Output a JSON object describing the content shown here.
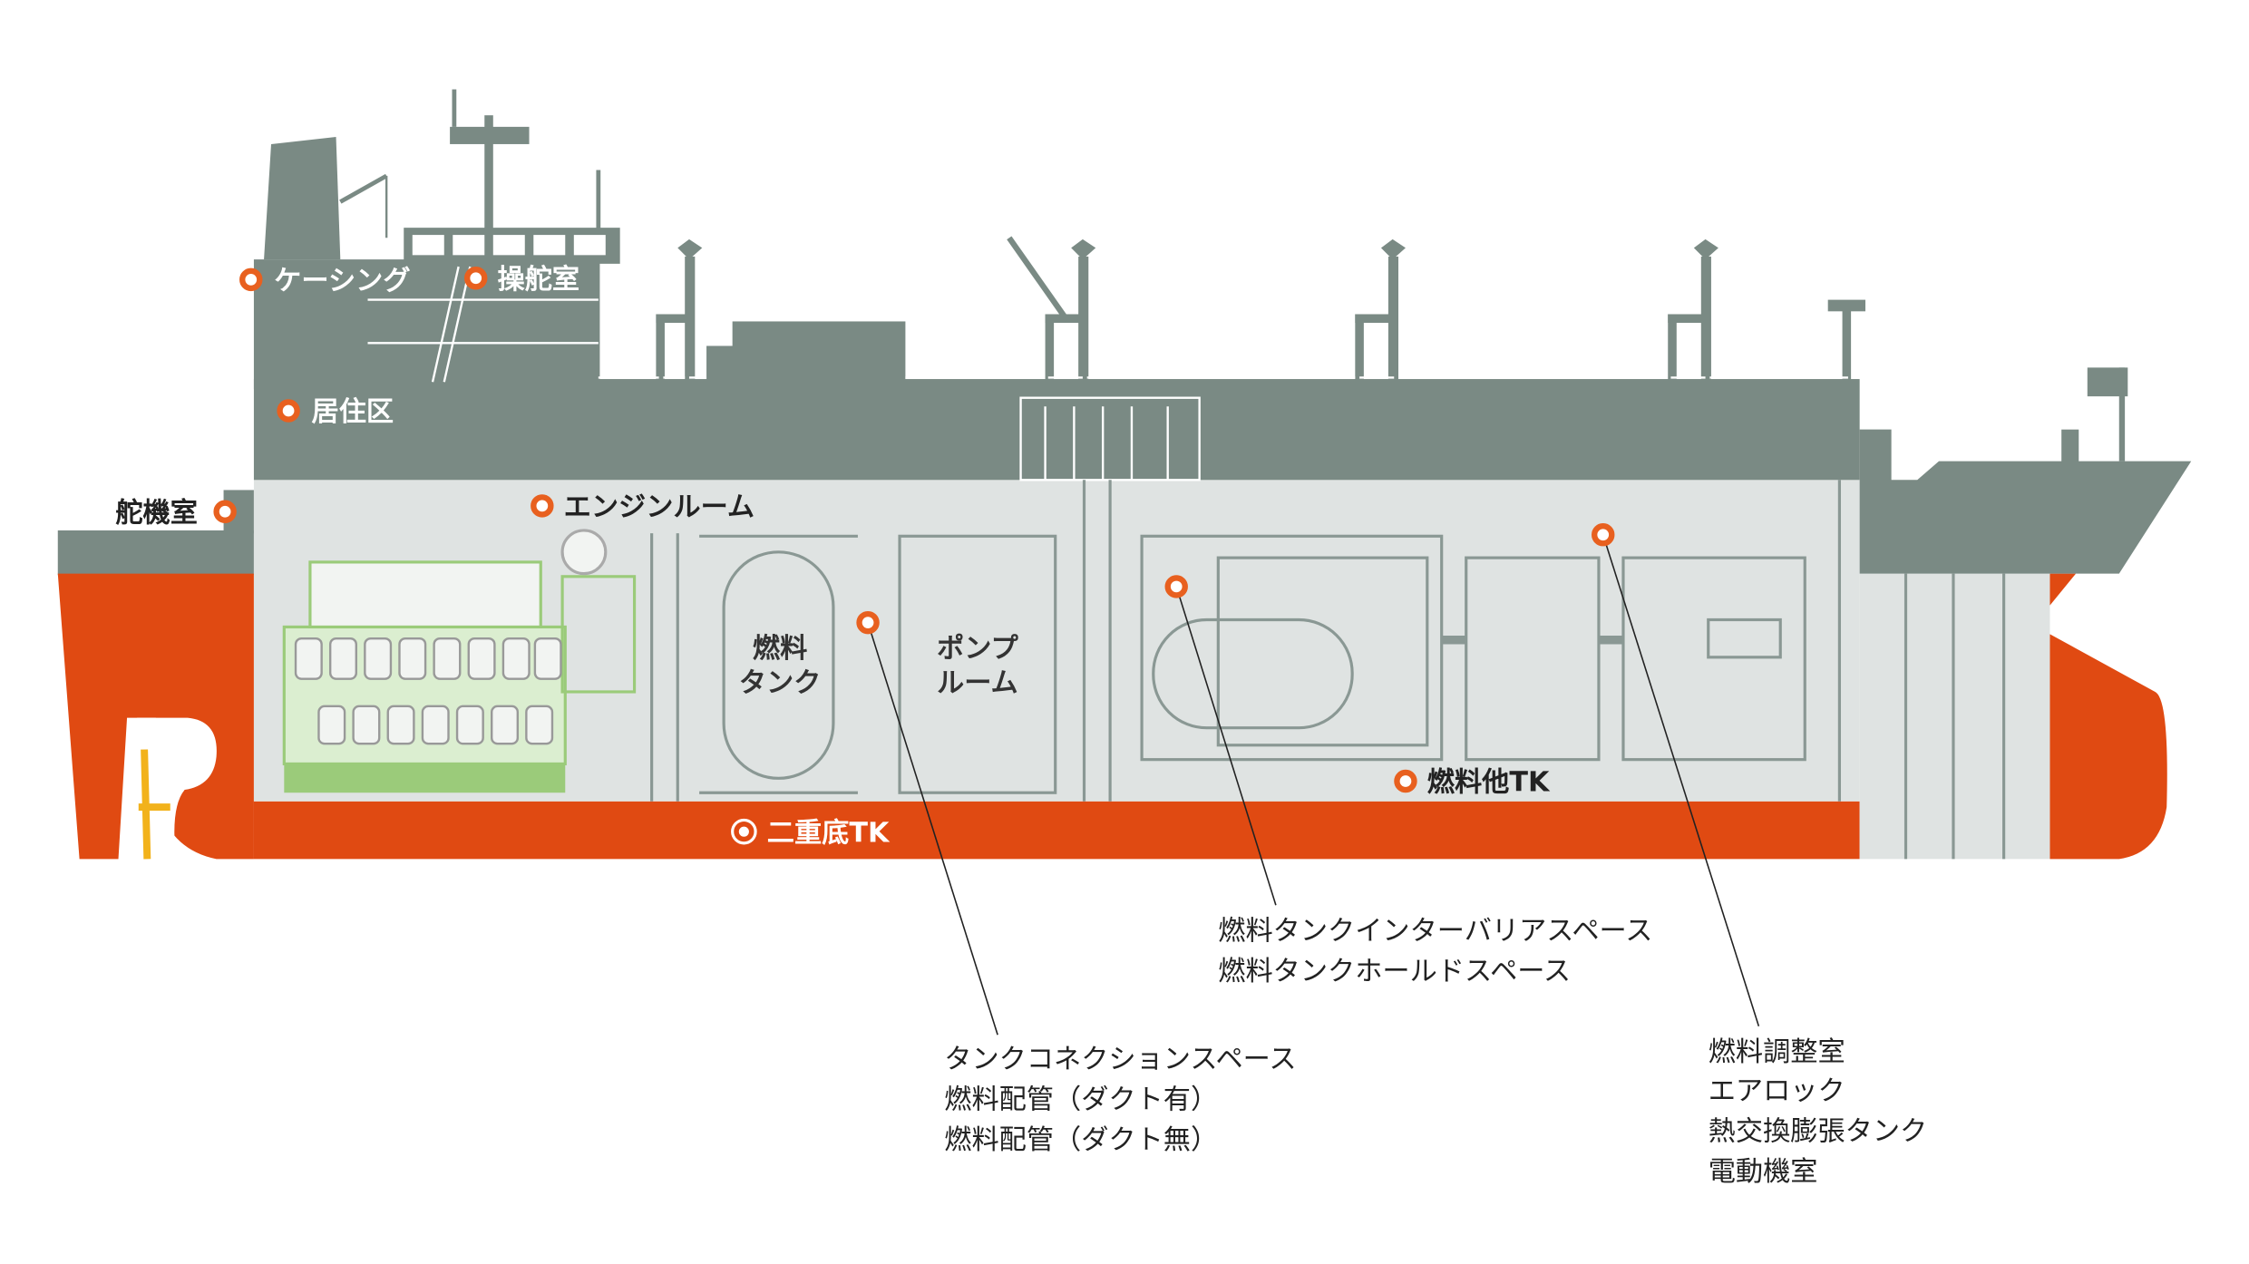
{
  "colors": {
    "hull": "#e04a12",
    "superstructure": "#7a8a84",
    "interior": "#dfe3e2",
    "engine": "#9bcb7a",
    "marker": "#e8601f"
  },
  "labels": {
    "casing": "ケーシング",
    "bridge": "操舵室",
    "accommodation": "居住区",
    "steering_gear_room": "舵機室",
    "engine_room": "エンジンルーム",
    "fuel_tank_line1": "燃料",
    "fuel_tank_line2": "タンク",
    "pump_room_line1": "ポンプ",
    "pump_room_line2": "ルーム",
    "other_fuel_tk": "燃料他TK",
    "double_bottom_tk": "二重底TK"
  },
  "callouts": {
    "connection": [
      "タンクコネクションスペース",
      "燃料配管（ダクト有）",
      "燃料配管（ダクト無）"
    ],
    "hold": [
      "燃料タンクインターバリアスペース",
      "燃料タンクホールドスペース"
    ],
    "adjust": [
      "燃料調整室",
      "エアロック",
      "熱交換膨張タンク",
      "電動機室"
    ]
  }
}
